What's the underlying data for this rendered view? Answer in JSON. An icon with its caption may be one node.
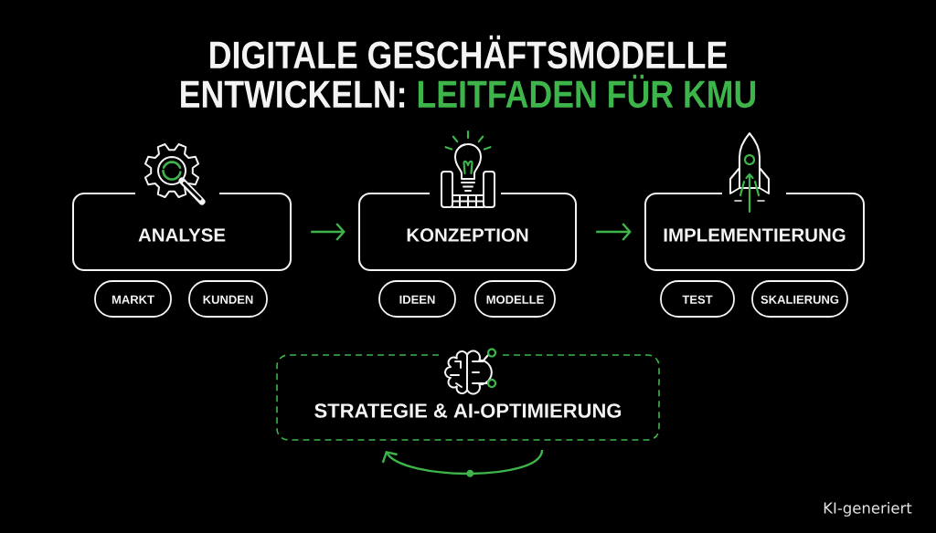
{
  "diagram": {
    "title": "DIGITALE GESCHÄFTSMODELLE ENTWICKELN: **LEITFADEN FÜR KMU**",
    "nodes": [
      {
        "text": [
          "ANALYSE"
        ]
      },
      {
        "text": [
          "KONZEPTION"
        ]
      },
      {
        "text": [
          "IMPLEMENTIERUNG"
        ]
      },
      {
        "text": [
          "MARKT"
        ]
      },
      {
        "text": [
          "KUNDEN"
        ]
      },
      {
        "text": [
          "IDEEN"
        ]
      },
      {
        "text": [
          "MODELLE"
        ]
      },
      {
        "text": [
          "TEST"
        ]
      },
      {
        "text": [
          "SKALIERUNG"
        ]
      },
      {
        "text": [
          "STRATEGIE & AI-OPTIMIERUNG"
        ]
      }
    ],
    "edges": [
      {
        "from": 0,
        "to": 1,
        "arrow": "to"
      },
      {
        "from": 1,
        "to": 2,
        "arrow": "to"
      }
    ],
    "labels": [
      "KI-generiert"
    ]
  }
}
